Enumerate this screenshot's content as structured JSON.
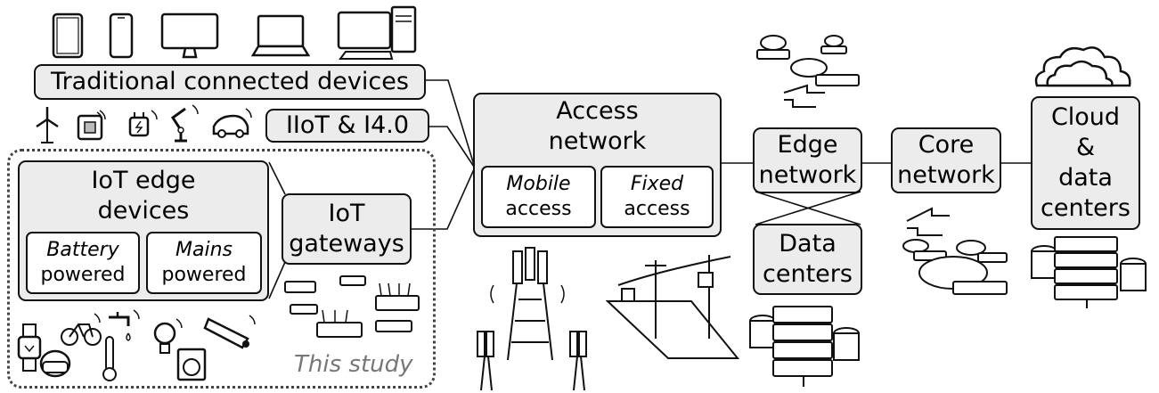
{
  "nodes": {
    "traditional": {
      "label": "Traditional connected devices"
    },
    "iiot": {
      "label": "IIoT & I4.0"
    },
    "iot_edge": {
      "label_line1": "IoT edge",
      "label_line2": "devices"
    },
    "battery": {
      "label_line1": "Battery",
      "label_line2": "powered"
    },
    "mains": {
      "label_line1": "Mains",
      "label_line2": "powered"
    },
    "gateways": {
      "label_line1": "IoT",
      "label_line2": "gateways"
    },
    "access": {
      "label_line1": "Access",
      "label_line2": "network"
    },
    "mobile": {
      "label_line1": "Mobile",
      "label_line2": "access"
    },
    "fixed": {
      "label_line1": "Fixed",
      "label_line2": "access"
    },
    "edge": {
      "label_line1": "Edge",
      "label_line2": "network"
    },
    "datacenters": {
      "label_line1": "Data",
      "label_line2": "centers"
    },
    "core": {
      "label_line1": "Core",
      "label_line2": "network"
    },
    "cloud": {
      "label_line1": "Cloud",
      "label_line2": "&",
      "label_line3": "data",
      "label_line4": "centers"
    }
  },
  "study": {
    "label": "This study"
  },
  "icons": [
    "tablet-icon",
    "smartphone-icon",
    "monitor-icon",
    "laptop-icon",
    "desktop-computer-icon",
    "wind-turbine-icon",
    "chip-icon",
    "power-plug-icon",
    "robot-arm-icon",
    "car-icon",
    "smartwatch-icon",
    "bicycle-icon",
    "faucet-icon",
    "thermometer-icon",
    "bulb-icon",
    "camera-icon",
    "washing-machine-icon",
    "vr-headset-icon",
    "router-icon",
    "cell-tower-icon",
    "utility-pole-icon",
    "server-rack-icon",
    "network-switch-icon",
    "cloud-icon"
  ],
  "edges": [
    {
      "from": "traditional",
      "to": "access"
    },
    {
      "from": "iiot",
      "to": "access"
    },
    {
      "from": "gateways",
      "to": "access"
    },
    {
      "from": "iot_edge",
      "to": "gateways"
    },
    {
      "from": "access",
      "to": "edge"
    },
    {
      "from": "edge",
      "to": "core"
    },
    {
      "from": "core",
      "to": "cloud"
    },
    {
      "from": "edge",
      "to": "datacenters"
    }
  ],
  "colors": {
    "box_fill": "#ececec",
    "inner_fill": "#ffffff",
    "border": "#111111",
    "study_label": "#777777"
  }
}
